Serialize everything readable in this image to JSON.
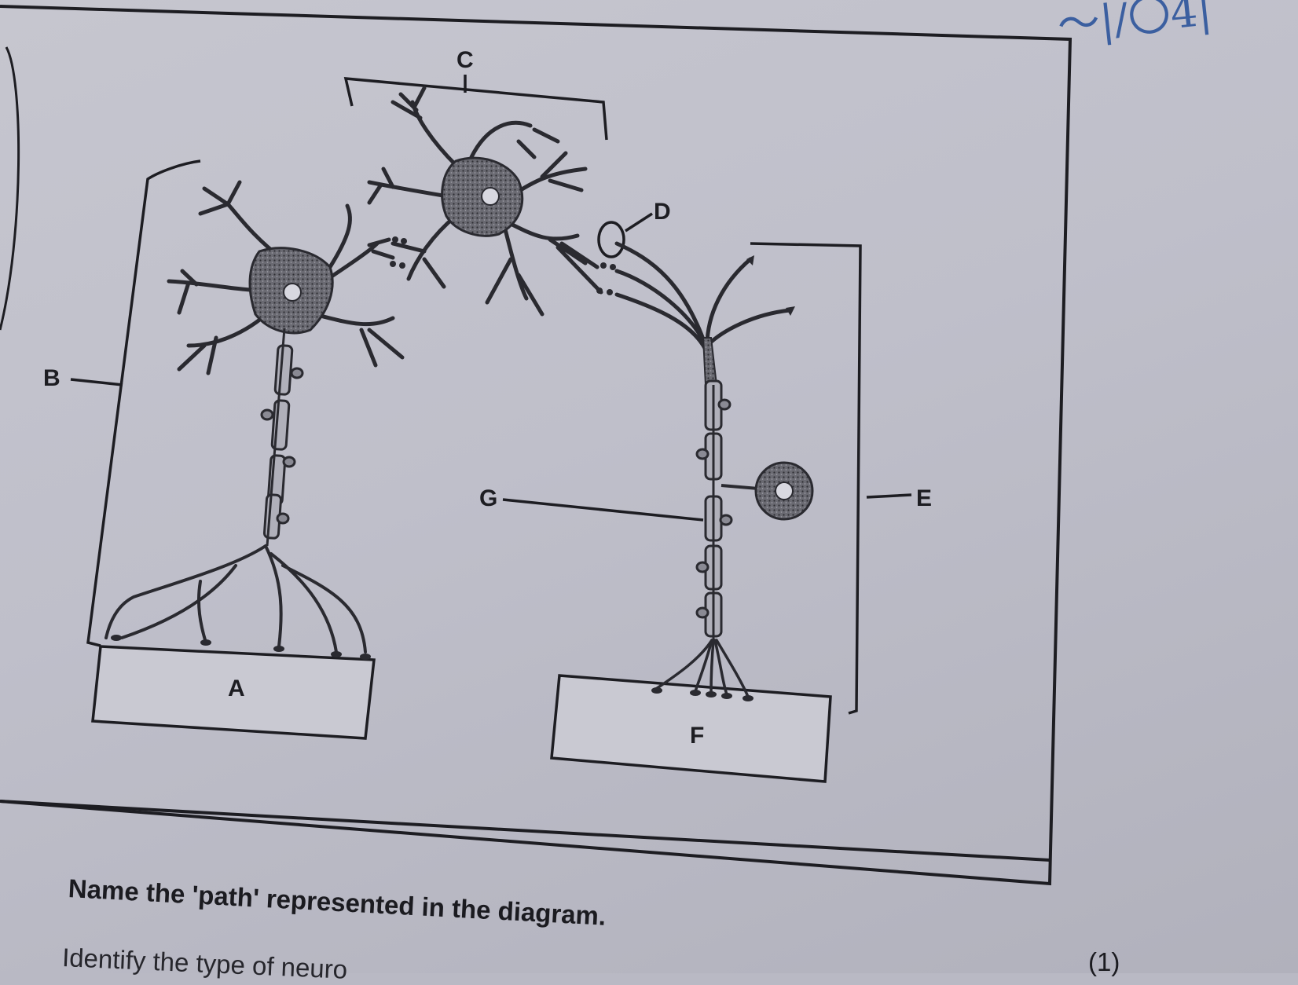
{
  "labels": {
    "a": "A",
    "b": "B",
    "c": "C",
    "d": "D",
    "e": "E",
    "f": "F",
    "g": "G"
  },
  "question_1": "Name the 'path' represented in the diagram.",
  "question_2_partial": "Identify the type of neuro",
  "marks_1": "(1)",
  "colors": {
    "ink": "#1d1d22",
    "cell_body_fill": "#55555e",
    "paper": "#c3c3cc",
    "handwriting": "#3b5fa0"
  }
}
